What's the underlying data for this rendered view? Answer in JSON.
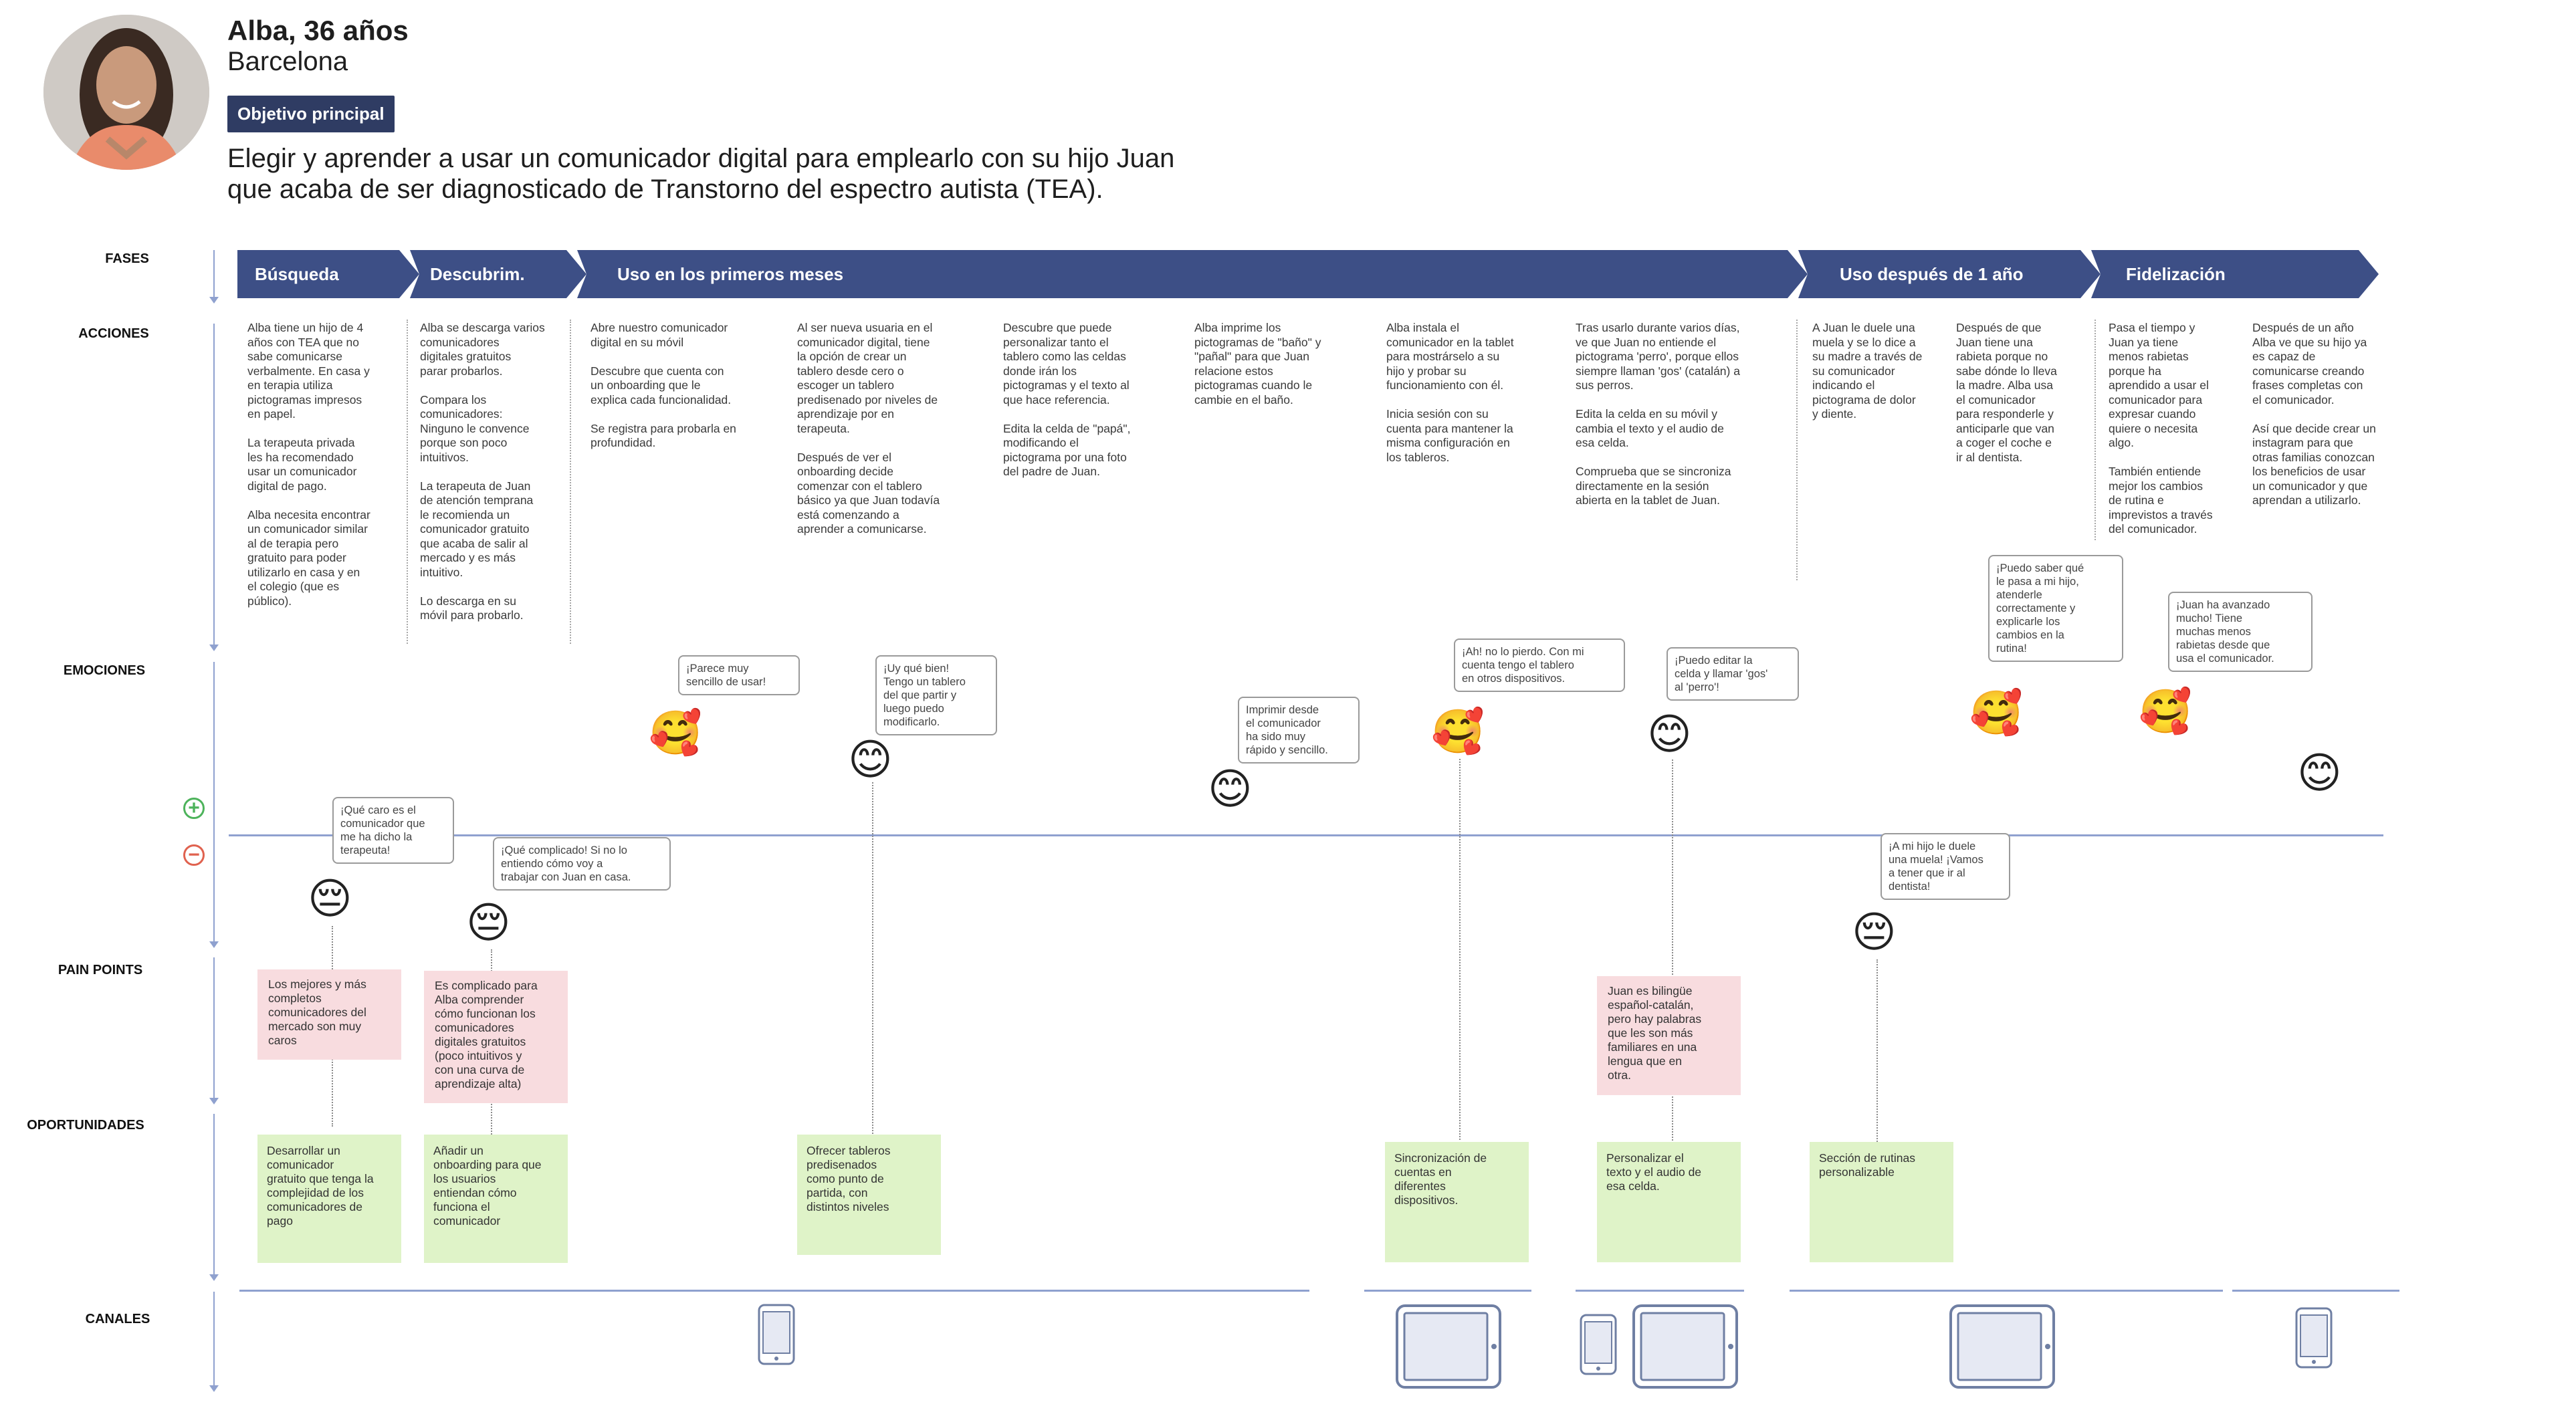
{
  "persona": {
    "name": "Alba, 36 años",
    "city": "Barcelona",
    "goal_label": "Objetivo principal",
    "goal": "Elegir y aprender a usar un comunicador digital para emplearlo con su hijo Juan\nque acaba de ser diagnosticado de Transtorno del espectro autista (TEA)."
  },
  "rows": {
    "fases": "FASES",
    "acciones": "ACCIONES",
    "emociones": "EMOCIONES",
    "pain_points": "PAIN POINTS",
    "oportunidades": "OPORTUNIDADES",
    "canales": "CANALES"
  },
  "phases": [
    "Búsqueda",
    "Descubrim.",
    "Uso en los primeros meses",
    "Uso después de 1 año",
    "Fidelización"
  ],
  "actions": [
    "Alba tiene un hijo de 4\naños con TEA que no\nsabe comunicarse\nverbalmente. En casa y\nen terapia utiliza\npictogramas impresos\nen papel.\n\nLa terapeuta privada\nles ha recomendado\nusar un comunicador\ndigital de pago.\n\nAlba necesita encontrar\nun comunicador similar\nal de terapia pero\ngratuito para poder\nutilizarlo en casa y en\nel colegio (que es\npúblico).",
    "Alba se descarga varios\ncomunicadores\ndigitales gratuitos\nparar probarlos.\n\nCompara los\ncomunicadores:\nNinguno le convence\nporque son poco\nintuitivos.\n\nLa terapeuta de Juan\nde atención temprana\nle recomienda un\ncomunicador gratuito\nque acaba de salir al\nmercado y es más\nintuitivo.\n\nLo descarga en su\nmóvil para probarlo.",
    "Abre nuestro comunicador\ndigital en su móvil\n\nDescubre que cuenta con\nun onboarding que le\nexplica cada funcionalidad.\n\nSe registra para probarla en\nprofundidad.",
    "Al ser nueva usuaria en el\ncomunicador digital, tiene\nla opción de crear un\ntablero desde cero o\nescoger un tablero\npredisenado por niveles de\naprendizaje por en\nterapeuta.\n\nDespués de ver el\nonboarding decide\ncomenzar con el tablero\nbásico ya que Juan todavía\nestá comenzando a\naprender a comunicarse.",
    "Descubre que puede\npersonalizar tanto el\ntablero como las celdas\ndonde irán los\npictogramas y el texto al\nque hace referencia.\n\nEdita la celda de \"papá\",\nmodificando el\npictograma por una foto\ndel padre de Juan.",
    "Alba imprime los\npictogramas de \"baño\" y\n\"pañal\" para que Juan\nrelacione estos\npictogramas cuando le\ncambie en el baño.",
    "Alba instala el\ncomunicador en la tablet\npara mostrárselo a su\nhijo y probar su\nfuncionamiento con él.\n\nInicia sesión con su\ncuenta para mantener la\nmisma configuración en\nlos tableros.",
    "Tras usarlo durante varios días,\nve que Juan no entiende el\npictograma 'perro', porque ellos\nsiempre llaman 'gos' (catalán) a\nsus perros.\n\nEdita la celda en su móvil y\ncambia el texto y el audio de\nesa celda.\n\nComprueba que se sincroniza\ndirectamente en la sesión\nabierta en la tablet de Juan.",
    "A Juan le duele una\nmuela y se lo dice a\nsu madre a través de\nsu comunicador\nindicando el\npictograma de dolor\ny diente.",
    "Después de que\nJuan tiene una\nrabieta porque no\nsabe dónde lo lleva\nla madre. Alba usa\nel comunicador\npara responderle y\nanticiparle que van\na coger el coche e\nir al dentista.",
    "Pasa el tiempo y\nJuan ya tiene\nmenos rabietas\nporque ha\naprendido a usar el\ncomunicador para\nexpresar cuando\nquiere o necesita\nalgo.\n\nTambién entiende\nmejor los cambios\nde rutina e\nimprevistos a través\ndel comunicador.",
    "Después de un año\nAlba ve que su hijo ya\nes capaz de\ncomunicarse creando\nfrases completas con\nel comunicador.\n\nAsí que decide crear un\ninstagram para que\notras familias conozcan\nlos beneficios de usar\nun comunicador y que\naprendan a utilizarlo."
  ],
  "emotions": [
    {
      "quote": "¡Qué caro es el\ncomunicador que\nme ha dicho la\nterapeuta!",
      "emoji": "😔",
      "valence": "negative"
    },
    {
      "quote": "¡Qué complicado! Si no lo\nentiendo cómo voy a\ntrabajar con Juan en casa.",
      "emoji": "😔",
      "valence": "negative"
    },
    {
      "quote": "¡Parece muy\nsencillo de usar!",
      "emoji": "🥰",
      "valence": "positive"
    },
    {
      "quote": "¡Uy qué bien!\nTengo un tablero\ndel que partir y\nluego puedo\nmodificarlo.",
      "emoji": "😊",
      "valence": "positive"
    },
    {
      "quote": "Imprimir desde\nel comunicador\nha sido muy\nrápido y sencillo.",
      "emoji": "😊",
      "valence": "positive"
    },
    {
      "quote": "¡Ah! no lo pierdo. Con mi\ncuenta tengo el tablero\nen otros dispositivos.",
      "emoji": "🥰",
      "valence": "positive"
    },
    {
      "quote": "¡Puedo editar la\nceldа y llamar 'gos'\nal 'perro'!",
      "emoji": "😊",
      "valence": "positive"
    },
    {
      "quote": "¡A mi hijo le duele\nuna muela! ¡Vamos\na tener que ir al\ndentista!",
      "emoji": "😔",
      "valence": "negative"
    },
    {
      "quote": "¡Puedo saber qué\nle pasa a mi hijo,\natenderle\ncorrectamente y\nexplicarle los\ncambios en la\nrutina!",
      "emoji": "🥰",
      "valence": "positive"
    },
    {
      "quote": "¡Juan ha avanzado\nmucho! Tiene\nmuchas menos\nrabietas desde que\nusa el comunicador.",
      "emoji": "🥰",
      "valence": "positive"
    },
    {
      "quote": "",
      "emoji": "😊",
      "valence": "positive"
    }
  ],
  "pain_points": [
    "Los mejores y más\ncompletos\ncomunicadores del\nmercado son muy\ncaros",
    "Es complicado para\nAlba comprender\ncómo funcionan los\ncomunicadores\ndigitales gratuitos\n(poco intuitivos y\ncon una curva de\naprendizaje alta)",
    "Juan es bilingüe\nespañol-catalán,\npero hay palabras\nque les son más\nfamiliares en una\nlengua que en\notra."
  ],
  "opportunities": [
    "Desarrollar un\ncomunicador\ngratuito que tenga la\ncomplejidad de los\ncomunicadores de\npago",
    "Añadir un\nonboarding para que\nlos usuarios\nentiendan cómo\nfunciona el\ncomunicador",
    "Ofrecer tableros\npredisenados\ncomo punto de\npartida, con\ndistintos niveles",
    "Sincronización de\ncuentas en\ndiferentes\ndispositivos.",
    "Personalizar el\ntexto y el audio de\nesa celda.",
    "Sección de rutinas\npersonalizable"
  ],
  "channels": [
    {
      "icon": "phone-icon"
    },
    {
      "icon": "tablet-icon"
    },
    {
      "icon": "phone-icon"
    },
    {
      "icon": "tablet-icon"
    },
    {
      "icon": "tablet-icon"
    },
    {
      "icon": "phone-icon"
    }
  ],
  "colors": {
    "phase": "#3d4f86",
    "goal_badge": "#2f3c63",
    "axis": "#8fa1cf",
    "pain": "#f8dcdf",
    "opportunity": "#dff3c8",
    "positive": "#4db35b",
    "negative": "#e0624f"
  }
}
